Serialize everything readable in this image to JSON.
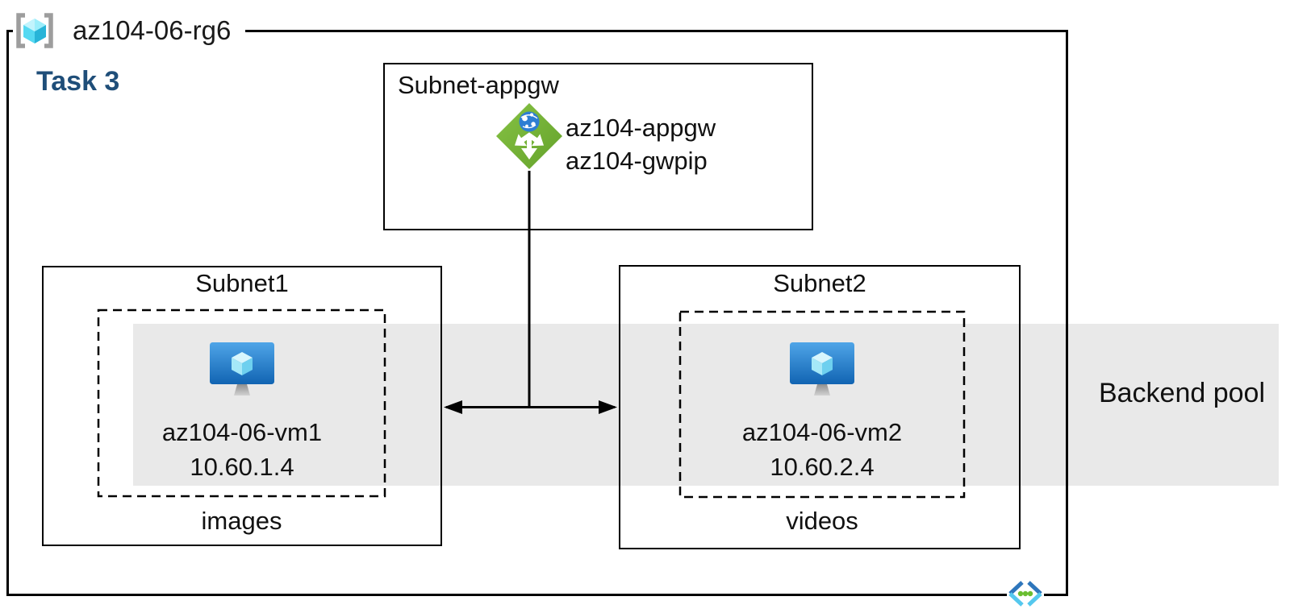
{
  "resource_group": {
    "name": "az104-06-rg6",
    "icon": "resource-group-icon"
  },
  "task": {
    "label": "Task 3"
  },
  "appgw_subnet": {
    "label": "Subnet-appgw",
    "icon": "application-gateway-icon",
    "gateway_name": "az104-appgw",
    "public_ip_name": "az104-gwpip"
  },
  "subnet1": {
    "label": "Subnet1",
    "icon": "virtual-machine-icon",
    "vm_name": "az104-06-vm1",
    "vm_ip": "10.60.1.4",
    "caption": "images"
  },
  "subnet2": {
    "label": "Subnet2",
    "icon": "virtual-machine-icon",
    "vm_name": "az104-06-vm2",
    "vm_ip": "10.60.2.4",
    "caption": "videos"
  },
  "backend_pool": {
    "label": "Backend pool"
  },
  "icons": {
    "resource_group": "resource-group-icon",
    "application_gateway": "application-gateway-icon",
    "virtual_machine": "virtual-machine-icon",
    "virtual_network": "virtual-network-icon"
  },
  "colors": {
    "task_text": "#1f4e79",
    "backend_band": "#e9e9e9",
    "border": "#000000",
    "appgw_green": "#74b33c",
    "vm_screen_blue": "#2a85d4",
    "cube_cyan": "#55d9f2",
    "vnet_blue": "#2e76bc",
    "vnet_cyan": "#55c8ee",
    "vnet_dot_green": "#6abe30",
    "bracket_gray": "#9d9d9d"
  }
}
